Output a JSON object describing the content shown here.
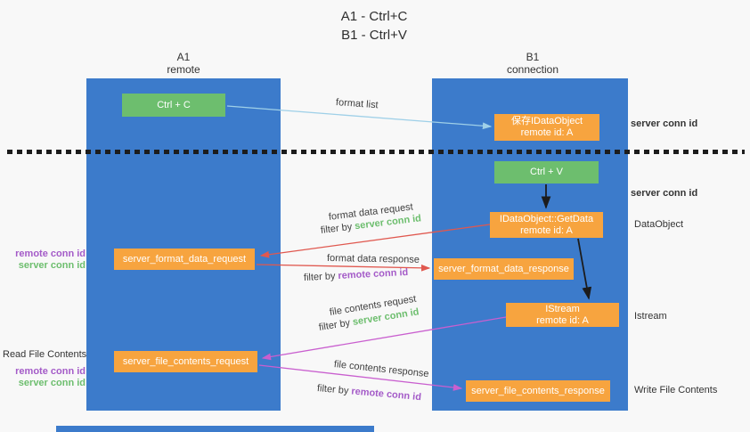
{
  "colors": {
    "lane_blue": "#3C7BCB",
    "green": "#6DBE6E",
    "orange": "#F7A43F",
    "red_arrow": "#E0584F",
    "magenta_arrow": "#C95FCF",
    "lightblue_arrow": "#9FD0E8",
    "green_text": "#6DBE6E",
    "purple_text": "#A45BC8"
  },
  "title": {
    "line1": "A1 - Ctrl+C",
    "line2": "B1 - Ctrl+V"
  },
  "lanes": {
    "left": {
      "title": "A1",
      "subtitle": "remote"
    },
    "right": {
      "title": "B1",
      "subtitle": "connection"
    }
  },
  "nodes": {
    "ctrl_c": {
      "label": "Ctrl + C"
    },
    "ctrl_v": {
      "label": "Ctrl + V"
    },
    "save_dataobject": {
      "line1": "保存IDataObject",
      "line2": "remote id: A"
    },
    "getdata": {
      "line1": "IDataObject::GetData",
      "line2": "remote id: A"
    },
    "istream": {
      "line1": "IStream",
      "line2": "remote id: A"
    },
    "format_request": {
      "label": "server_format_data_request"
    },
    "format_response": {
      "label": "server_format_data_response"
    },
    "file_request": {
      "label": "server_file_contents_request"
    },
    "file_response": {
      "label": "server_file_contents_response"
    }
  },
  "edge_labels": {
    "format_list": "format list",
    "format_data_request": "format data request",
    "format_data_response": "format data response",
    "file_contents_request": "file contents request",
    "file_contents_response": "file contents response",
    "filter_by": "filter by ",
    "server_conn_id": "server conn id",
    "remote_conn_id": "remote conn id"
  },
  "left_annotations": {
    "group1": {
      "remote": "remote conn id",
      "server": "server conn id"
    },
    "read_file": "Read File Contents",
    "group2": {
      "remote": "remote conn id",
      "server": "server conn id"
    }
  },
  "right_annotations": {
    "server_top": "server conn id",
    "server_mid": "server conn id",
    "dataobject": "DataObject",
    "istream": "Istream",
    "write_file": "Write File Contents"
  }
}
